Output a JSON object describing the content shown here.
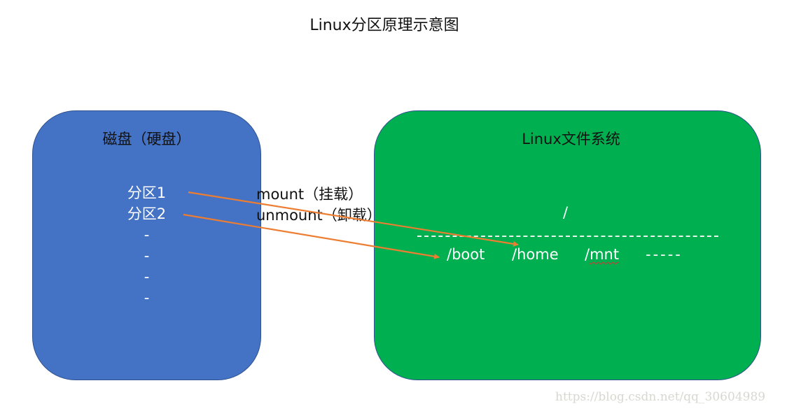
{
  "title": "Linux分区原理示意图",
  "disk": {
    "title": "磁盘（硬盘）",
    "partitions": [
      "分区1",
      "分区2",
      "-",
      "-",
      "-",
      "-"
    ]
  },
  "operations": {
    "mount": "mount（挂载）",
    "unmount": "unmount（卸载）"
  },
  "filesystem": {
    "title": "Linux文件系统",
    "root": "/",
    "separator": "-----------------------------------",
    "dirs": {
      "boot": "/boot",
      "home": "/home",
      "mnt_slash": "/",
      "mnt_name": "mnt",
      "more": "-----"
    }
  },
  "arrows": [
    {
      "from": "分区1",
      "to": "/home"
    },
    {
      "from": "分区2",
      "to": "/boot"
    }
  ],
  "colors": {
    "disk_fill": "#4472c4",
    "fs_fill": "#00b050",
    "arrow": "#ed7d31"
  },
  "watermark": "https://blog.csdn.net/qq_30604989"
}
